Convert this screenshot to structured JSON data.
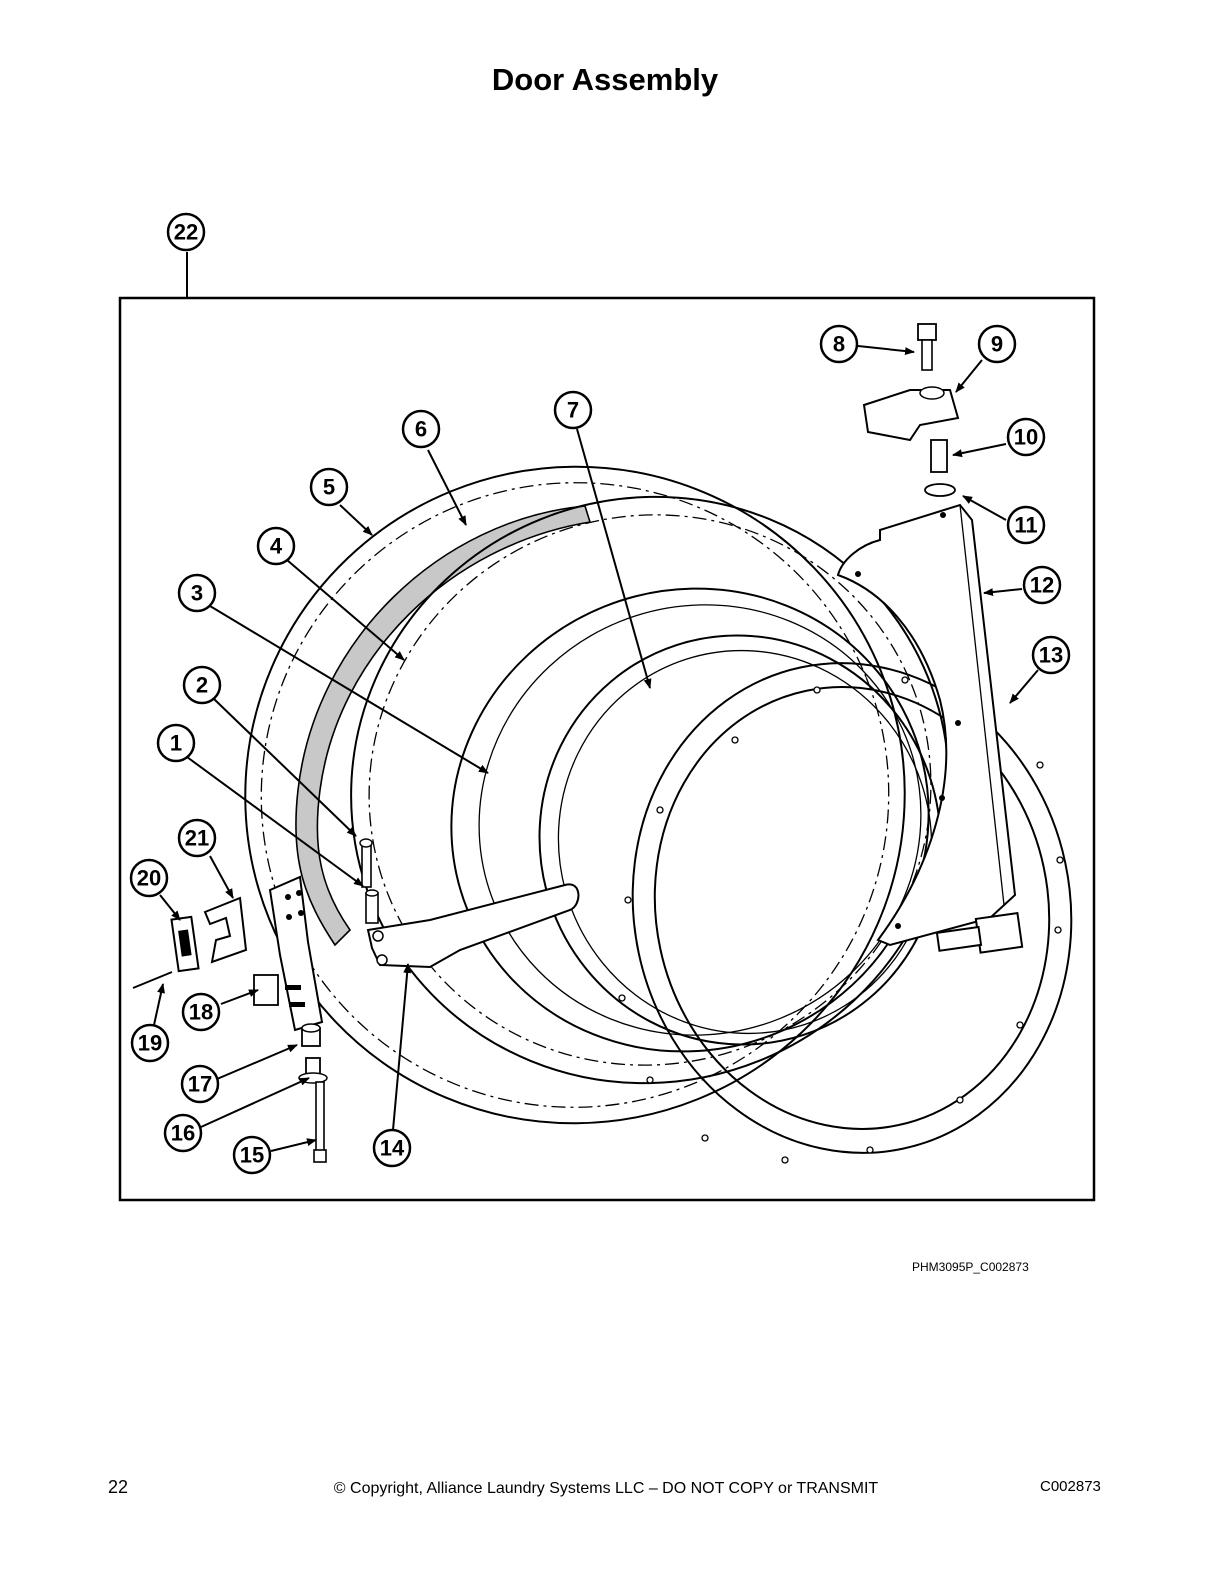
{
  "page": {
    "title": "Door Assembly",
    "figure_code": "PHM3095P_C002873",
    "page_number": "22",
    "copyright": "© Copyright, Alliance Laundry Systems LLC – DO NOT COPY or TRANSMIT",
    "doc_code": "C002873"
  },
  "callouts": [
    "1",
    "2",
    "3",
    "4",
    "5",
    "6",
    "7",
    "8",
    "9",
    "10",
    "11",
    "12",
    "13",
    "14",
    "15",
    "16",
    "17",
    "18",
    "19",
    "20",
    "21",
    "22"
  ]
}
